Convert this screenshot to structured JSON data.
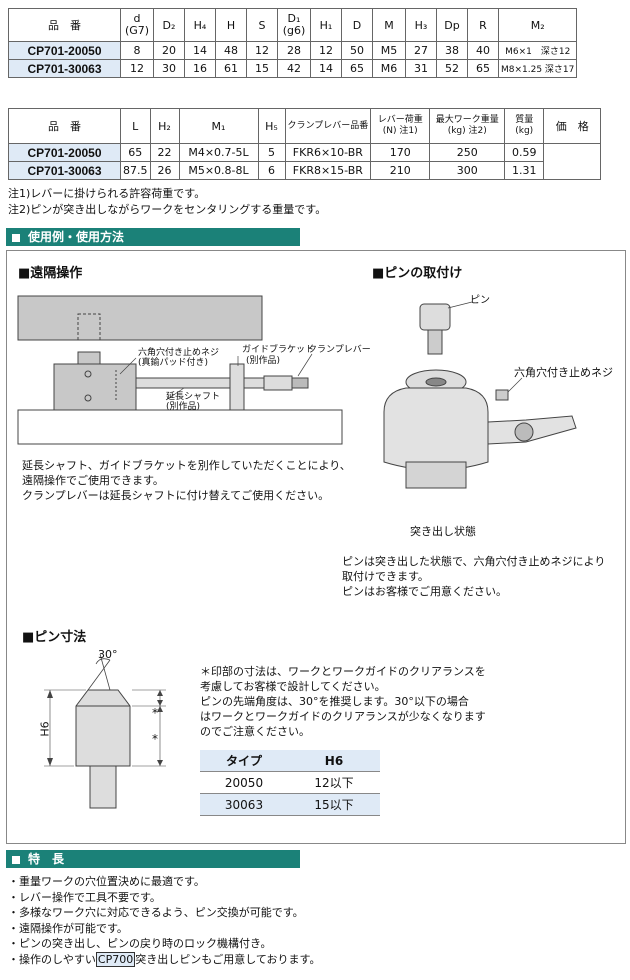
{
  "table1": {
    "headers": [
      "品　番",
      "d\n(G7)",
      "D₂",
      "H₄",
      "H",
      "S",
      "D₁\n(g6)",
      "H₁",
      "D",
      "M",
      "H₃",
      "Dp",
      "R",
      "M₂"
    ],
    "rows": [
      [
        "CP701-20050",
        "8",
        "20",
        "14",
        "48",
        "12",
        "28",
        "12",
        "50",
        "M5",
        "27",
        "38",
        "40",
        "M6×1　深さ12"
      ],
      [
        "CP701-30063",
        "12",
        "30",
        "16",
        "61",
        "15",
        "42",
        "14",
        "65",
        "M6",
        "31",
        "52",
        "65",
        "M8×1.25 深さ17"
      ]
    ]
  },
  "table2": {
    "headers": [
      "品　番",
      "L",
      "H₂",
      "M₁",
      "H₅",
      "クランプレバー品番",
      "レバー荷重\n(N) 注1)",
      "最大ワーク重量\n(kg) 注2)",
      "質量\n(kg)",
      "価　格"
    ],
    "rows": [
      [
        "CP701-20050",
        "65",
        "22",
        "M4×0.7-5L",
        "5",
        "FKR6×10-BR",
        "170",
        "250",
        "0.59",
        ""
      ],
      [
        "CP701-30063",
        "87.5",
        "26",
        "M5×0.8-8L",
        "6",
        "FKR8×15-BR",
        "210",
        "300",
        "1.31",
        ""
      ]
    ]
  },
  "notes": [
    "注1)レバーに掛けられる許容荷重です。",
    "注2)ピンが突き出しながらワークをセンタリングする重量です。"
  ],
  "section_usage": "使用例・使用方法",
  "remote": {
    "title": "■遠隔操作",
    "label_setscrew": "六角穴付き止めネジ",
    "label_setscrew_sub": "(真鍮パッド付き)",
    "label_bracket": "ガイドブラケット",
    "label_bracket_sub": "(別作品)",
    "label_lever": "クランプレバー",
    "label_shaft": "延長シャフト",
    "label_shaft_sub": "(別作品)",
    "text": [
      "延長シャフト、ガイドブラケットを別作していただくことにより、",
      "遠隔操作でご使用できます。",
      "クランプレバーは延長シャフトに付け替えてご使用ください。"
    ]
  },
  "pin_mount": {
    "title": "■ピンの取付け",
    "label_pin": "ピン",
    "label_setscrew": "六角穴付き止めネジ",
    "caption": "突き出し状態",
    "text": [
      "ピンは突き出した状態で、六角穴付き止めネジにより",
      "取付けできます。",
      "ピンはお客様でご用意ください。"
    ]
  },
  "pin_dims": {
    "title": "■ピン寸法",
    "angle": "30°",
    "h6": "H6",
    "star": "*",
    "text": [
      "＊印部の寸法は、ワークとワークガイドのクリアランスを",
      "考慮してお客様で設計してください。",
      "ピンの先端角度は、30°を推奨します。30°以下の場合",
      "はワークとワークガイドのクリアランスが少なくなります",
      "のでご注意ください。"
    ],
    "table_headers": [
      "タイプ",
      "H6"
    ],
    "table_rows": [
      [
        "20050",
        "12以下"
      ],
      [
        "30063",
        "15以下"
      ]
    ]
  },
  "section_features": "特　長",
  "features": [
    "・重量ワークの穴位置決めに最適です。",
    "・レバー操作で工具不要です。",
    "・多様なワーク穴に対応できるよう、ピン交換が可能です。",
    "・遠隔操作が可能です。",
    "・ピンの突き出し、ピンの戻り時のロック機構付き。"
  ],
  "feature_last": {
    "before": "・操作のしやすい",
    "highlight": "CP700",
    "after": "突き出しピンもご用意しております。"
  },
  "colors": {
    "teal": "#1b8178",
    "light_blue": "#dfeaf6"
  }
}
